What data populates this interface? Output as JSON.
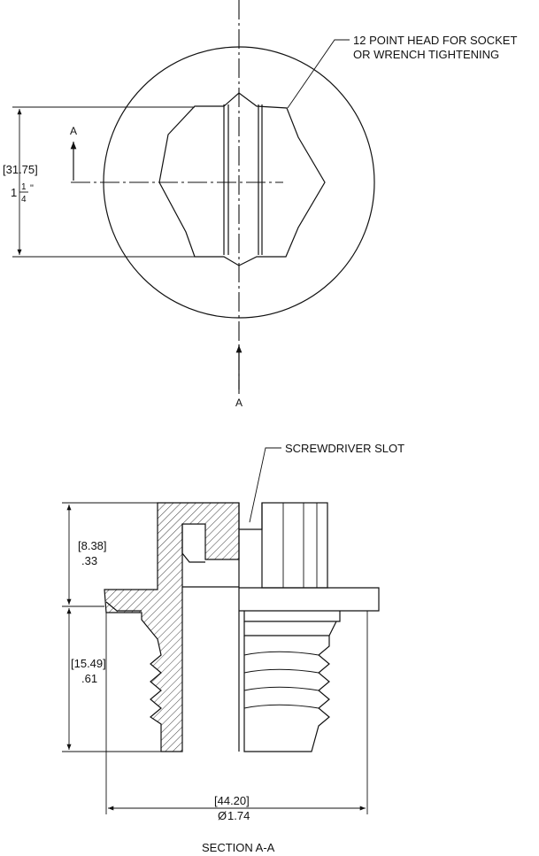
{
  "top_view": {
    "callout_line1": "12 POINT HEAD FOR SOCKET",
    "callout_line2": "OR WRENCH TIGHTENING",
    "dim_metric": "[31.75]",
    "dim_whole": "1",
    "dim_num": "1",
    "dim_den": "4",
    "dim_unit": "\"",
    "section_label_top": "A",
    "section_label_bottom": "A"
  },
  "section_view": {
    "callout": "SCREWDRIVER SLOT",
    "dim_head_metric": "[8.38]",
    "dim_head_inch": ".33",
    "dim_thread_metric": "[15.49]",
    "dim_thread_inch": ".61",
    "dim_dia_metric": "[44.20]",
    "dim_dia_inch": "1.74",
    "dia_symbol": "Ø",
    "caption": "SECTION A-A"
  }
}
